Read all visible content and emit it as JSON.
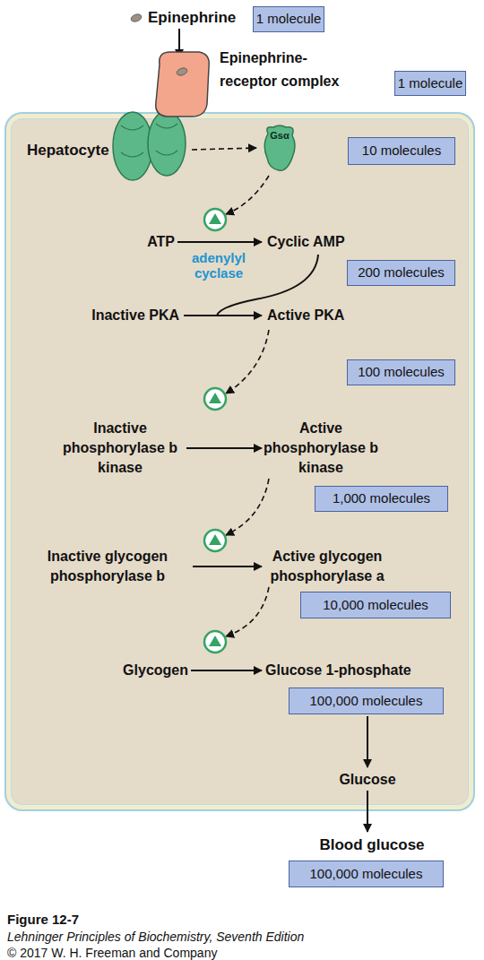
{
  "diagram": {
    "caption": "Figure 12-7",
    "nodes": [
      {
        "text": [
          "1 molecule"
        ]
      },
      {
        "text": [
          "1 molecule"
        ]
      },
      {
        "text": [
          "Hepatocyte"
        ]
      },
      {
        "text": [
          "Gsα"
        ],
        "in": 2
      },
      {
        "text": [
          "10 molecules"
        ],
        "in": 2
      },
      {
        "text": [
          "200 molecules"
        ],
        "in": 2
      },
      {
        "text": [
          "100 molecules"
        ],
        "in": 2
      },
      {
        "text": [
          "1,000 molecules"
        ],
        "in": 2
      },
      {
        "text": [
          "10,000 molecules"
        ],
        "in": 2
      },
      {
        "text": [
          "100,000 molecules"
        ],
        "in": 2
      },
      {
        "text": [
          "100,000 molecules"
        ]
      }
    ],
    "labels": [
      "Epinephrine",
      "Epinephrine-receptor complex",
      "ATP",
      "Cyclic AMP",
      "adenylyl cyclase",
      "Inactive PKA",
      "Active PKA",
      "Inactive phosphorylase b kinase",
      "Active phosphorylase b kinase",
      "Inactive glycogen phosphorylase b",
      "Active glycogen phosphorylase a",
      "Glycogen",
      "Glucose 1-phosphate",
      "Glucose",
      "Blood glucose",
      "Lehninger Principles of Biochemistry, Seventh Edition",
      "© 2017 W. H. Freeman and Company"
    ]
  }
}
